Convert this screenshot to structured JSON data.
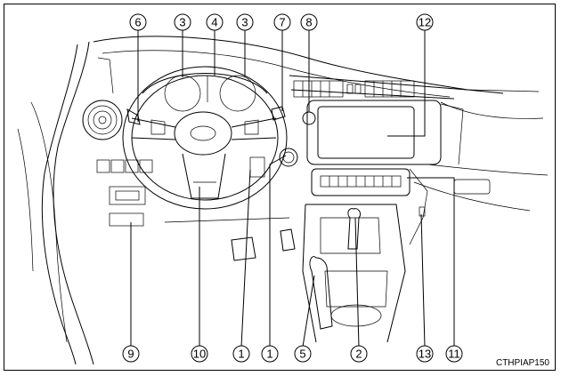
{
  "figure_code": "CTHPIAP150",
  "callouts": [
    "6",
    "3",
    "4",
    "3",
    "7",
    "8",
    "12",
    "9",
    "10",
    "1",
    "1",
    "5",
    "2",
    "13",
    "11"
  ]
}
